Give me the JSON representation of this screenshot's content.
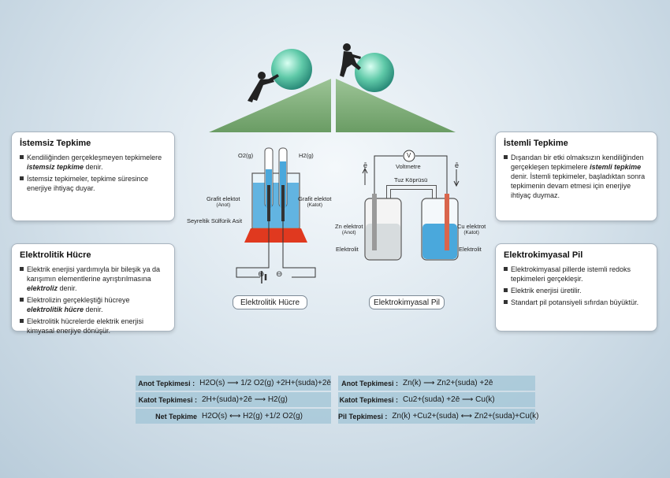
{
  "left_top": {
    "title": "İstemsiz Tepkime",
    "items": [
      "Kendiliğinden gerçekleşmeyen tepkimelere istemsiz tepkime denir.",
      "İstemsiz tepkimeler, tepkime süresince enerjiye ihtiyaç duyar."
    ]
  },
  "left_bottom": {
    "title": "Elektrolitik Hücre",
    "items": [
      "Elektrik enerjisi yardımıyla bir bileşik ya da karışımın elementlerine ayrıştırılmasına elektroliz denir.",
      "Elektrolizin gerçekleştiği hücreye elektrolitik hücre denir.",
      "Elektrolitik hücrelerde elektrik enerjisi kimyasal enerjiye dönüşür."
    ]
  },
  "right_top": {
    "title": "İstemli Tepkime",
    "items": [
      "Dışarıdan bir etki olmaksızın kendiliğinden gerçekleşen tepkimelere istemli tepkime denir. İstemli tepkimeler, başladıktan sonra tepkimenin devam etmesi için enerjiye ihtiyaç duymaz."
    ]
  },
  "right_bottom": {
    "title": "Elektrokimyasal Pil",
    "items": [
      "Elektrokimyasal pillerde istemli redoks tepkimeleri gerçekleşir.",
      "Elektrik enerjisi üretilir.",
      "Standart pil potansiyeli sıfırdan büyüktür."
    ]
  },
  "electrolytic_diagram": {
    "o2": "O2(g)",
    "h2": "H2(g)",
    "anode": "Grafit elektot",
    "anode_sub": "(Anot)",
    "cathode": "Grafit elektot",
    "cathode_sub": "(Katot)",
    "acid": "Seyreltik Sülfürik Asit",
    "plus": "⊕",
    "minus": "⊖",
    "caption": "Elektrolitik Hücre"
  },
  "galvanic_diagram": {
    "voltmeter_symbol": "V",
    "voltmeter": "Voltmetre",
    "salt_bridge": "Tuz Köprüsü",
    "electron_left": "ē",
    "electron_right": "ē",
    "zn": "Zn elektrot",
    "zn_sub": "(Anot)",
    "cu": "Cu elektrot",
    "cu_sub": "(Katot)",
    "electrolyte_left": "Elektrolit",
    "electrolyte_right": "Elektrolit",
    "caption": "Elektrokimyasal Pil"
  },
  "equations_left": [
    {
      "label": "Anot Tepkimesi :",
      "eq": "H2O(s) ⟶ 1/2 O2(g) +2H+(suda)+2ē"
    },
    {
      "label": "Katot Tepkimesi :",
      "eq": "2H+(suda)+2ē ⟶ H2(g)"
    },
    {
      "label": "Net Tepkime",
      "eq": "H2O(s) ⟷ H2(g) +1/2 O2(g)"
    }
  ],
  "equations_right": [
    {
      "label": "Anot Tepkimesi :",
      "eq": "Zn(k) ⟶ Zn2+(suda) +2ē"
    },
    {
      "label": "Katot Tepkimesi :",
      "eq": "Cu2+(suda) +2ē ⟶ Cu(k)"
    },
    {
      "label": "Pil Tepkimesi :",
      "eq": "Zn(k) +Cu2+(suda) ⟷ Zn2+(suda)+Cu(k)"
    }
  ],
  "colors": {
    "hill": "#7fae78",
    "sphere": "#5fc9a8",
    "liquid_blue": "#4aa8dc",
    "liquid_gray": "#d7dcde",
    "heater": "#e0391f"
  }
}
